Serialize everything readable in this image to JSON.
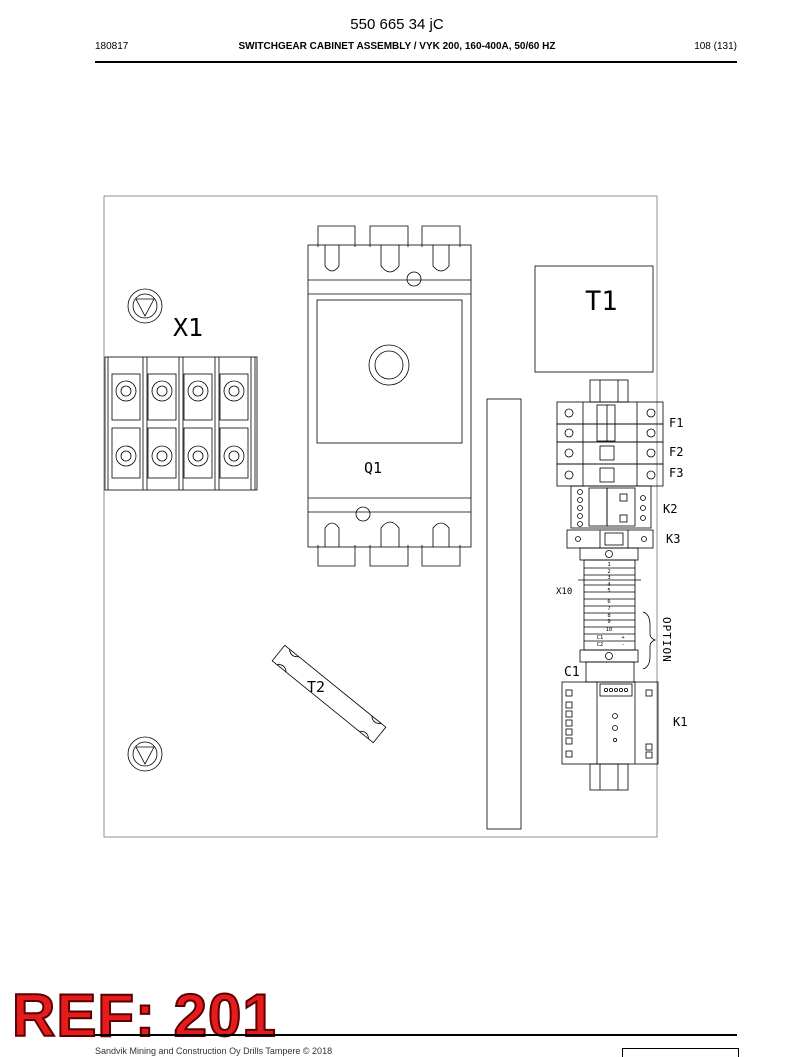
{
  "header": {
    "doc_id": "550 665 34 jC",
    "date": "180817",
    "title": "SWITCHGEAR CABINET ASSEMBLY / VYK 200, 160-400A, 50/60 HZ",
    "page": "108 (131)"
  },
  "diagram": {
    "labels": {
      "x1": "X1",
      "q1": "Q1",
      "t1": "T1",
      "t2": "T2",
      "f1": "F1",
      "f2": "F2",
      "f3": "F3",
      "k1": "K1",
      "k2": "K2",
      "k3": "K3",
      "x10": "X10",
      "c1": "C1",
      "option": "OPTION"
    },
    "terminal_numbers": [
      "1",
      "2",
      "3",
      "4",
      "5",
      "6",
      "7",
      "8",
      "9",
      "10",
      "C1",
      "C2"
    ],
    "terminal_signs": [
      "+",
      "-"
    ]
  },
  "stamp": {
    "text": "REF: 201"
  },
  "footer": {
    "text": "Sandvik Mining and Construction Oy Drills Tampere © 2018"
  },
  "colors": {
    "stamp": "#e61b1b",
    "line": "#000000"
  }
}
